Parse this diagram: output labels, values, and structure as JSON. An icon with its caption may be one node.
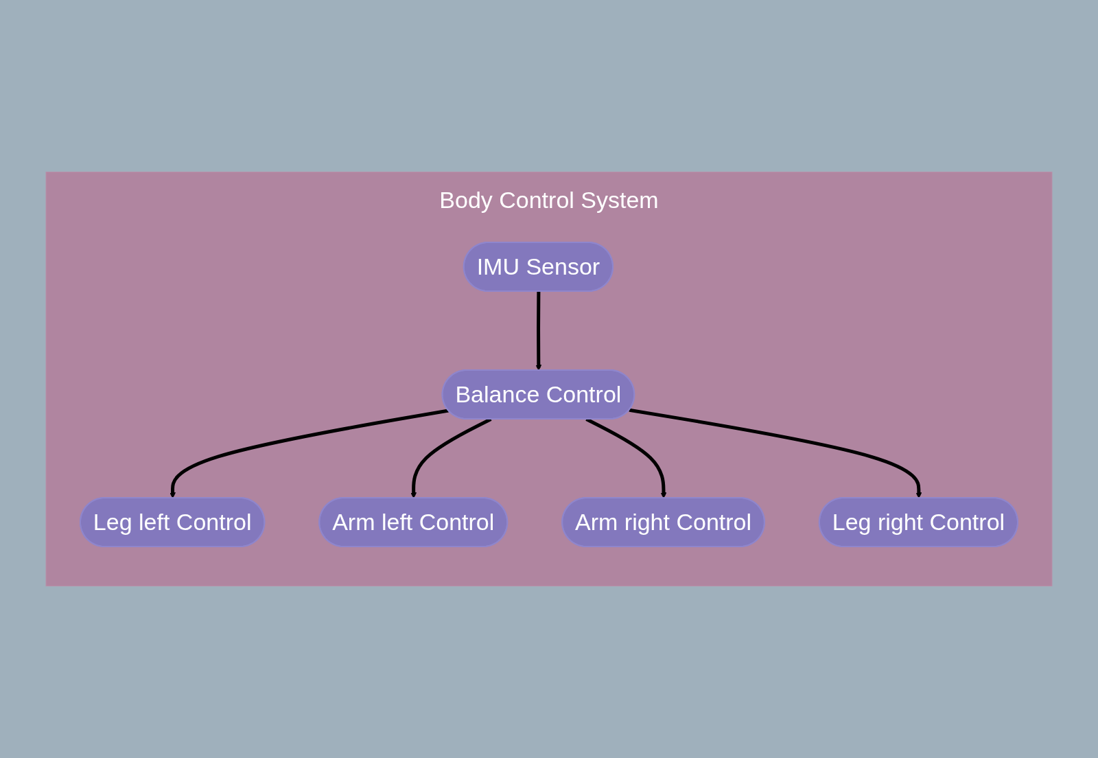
{
  "diagram": {
    "nodes": [
      {
        "text": [
          "Body Control System"
        ]
      },
      {
        "text": [
          "Balance Control"
        ],
        "in": 0
      },
      {
        "text": [
          "IMU Sensor"
        ],
        "in": 0
      },
      {
        "text": [
          "Leg left Control"
        ],
        "in": 0
      },
      {
        "text": [
          "Leg right Control"
        ],
        "in": 0
      },
      {
        "text": [
          "Arm left Control"
        ],
        "in": 0
      },
      {
        "text": [
          "Arm right Control"
        ],
        "in": 0
      }
    ],
    "edges": [
      {
        "from": 2,
        "to": 1,
        "arrow": "to"
      },
      {
        "from": 1,
        "to": 3,
        "arrow": "to"
      },
      {
        "from": 1,
        "to": 5,
        "arrow": "to"
      },
      {
        "from": 1,
        "to": 6,
        "arrow": "to"
      },
      {
        "from": 1,
        "to": 4,
        "arrow": "to"
      }
    ]
  }
}
